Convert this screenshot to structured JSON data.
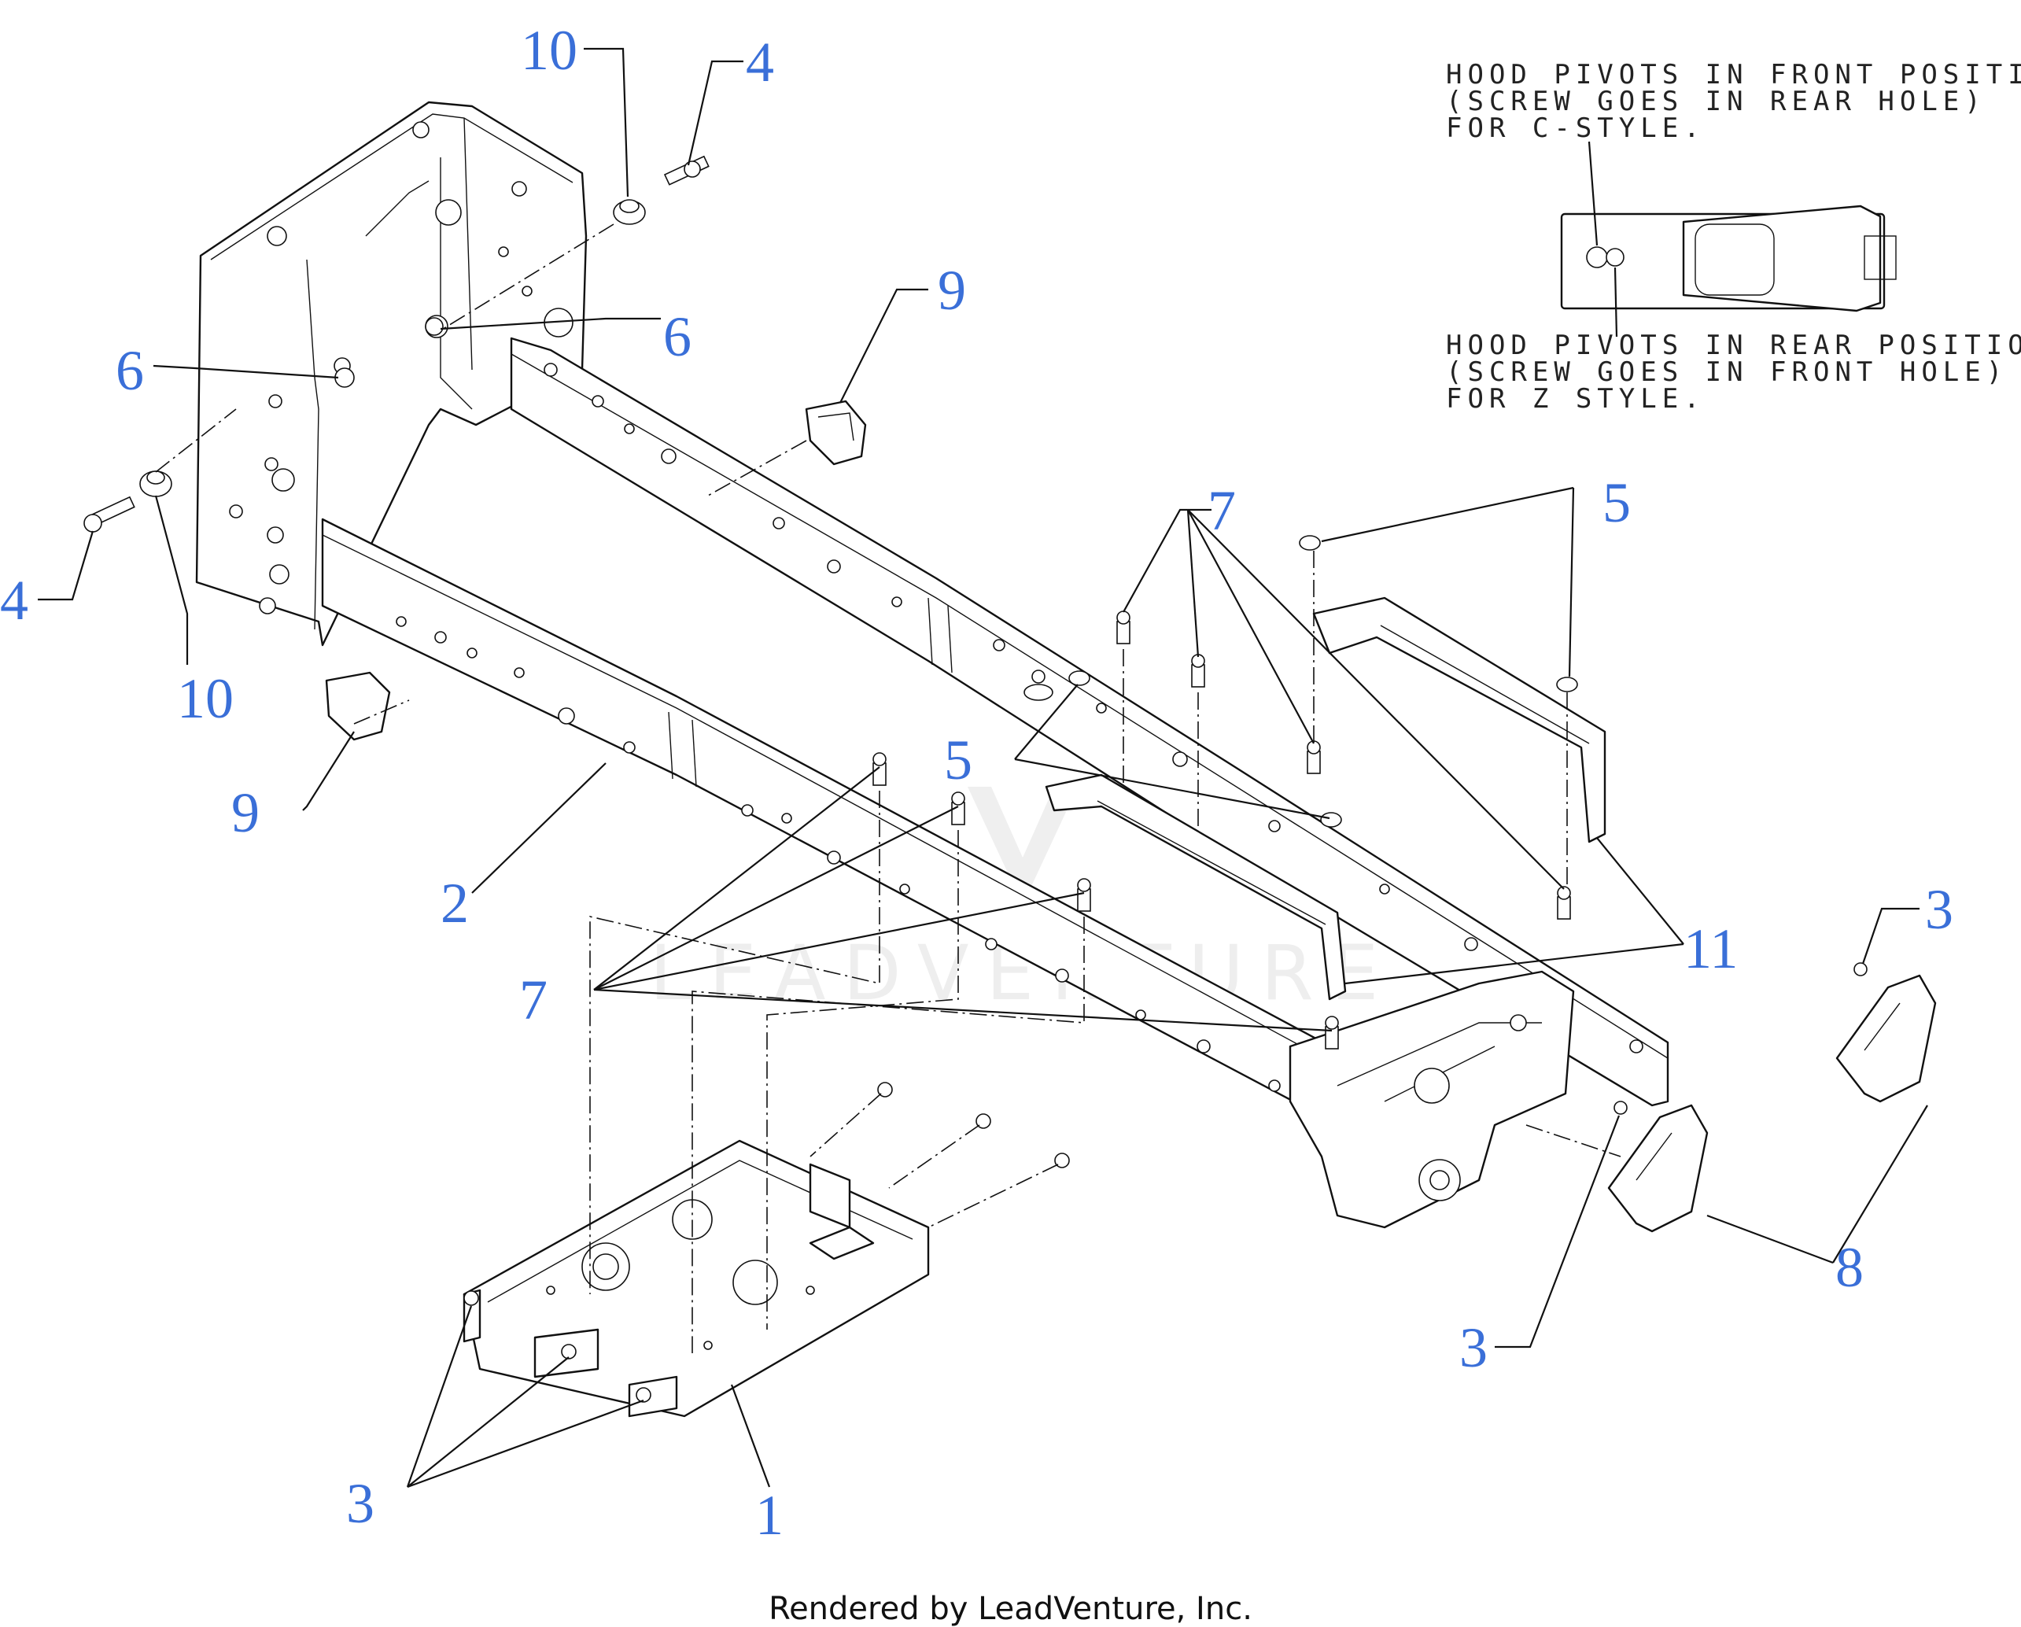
{
  "callouts": {
    "c10_top": "10",
    "c4_top": "4",
    "c9_top": "9",
    "c6_right": "6",
    "c6_left": "6",
    "c4_left": "4",
    "c10_left": "10",
    "c9_left": "9",
    "c2": "2",
    "c7_top": "7",
    "c5_top": "5",
    "c5_mid": "5",
    "c7_mid": "7",
    "c11": "11",
    "c3_right": "3",
    "c8": "8",
    "c3_mid": "3",
    "c3_left": "3",
    "c1": "1"
  },
  "notes": {
    "front_line1": "HOOD PIVOTS IN FRONT POSITION",
    "front_line2": "(SCREW GOES IN REAR HOLE)",
    "front_line3": "FOR C-STYLE.",
    "rear_line1": "HOOD PIVOTS IN REAR POSITION",
    "rear_line2": "(SCREW GOES IN FRONT HOLE)",
    "rear_line3": "FOR Z STYLE."
  },
  "watermark": "LEADVENTURE",
  "footer": "Rendered by LeadVenture, Inc.",
  "colors": {
    "callout": "#3a6fd8",
    "line": "#111111",
    "watermark": "#eeeeee"
  }
}
